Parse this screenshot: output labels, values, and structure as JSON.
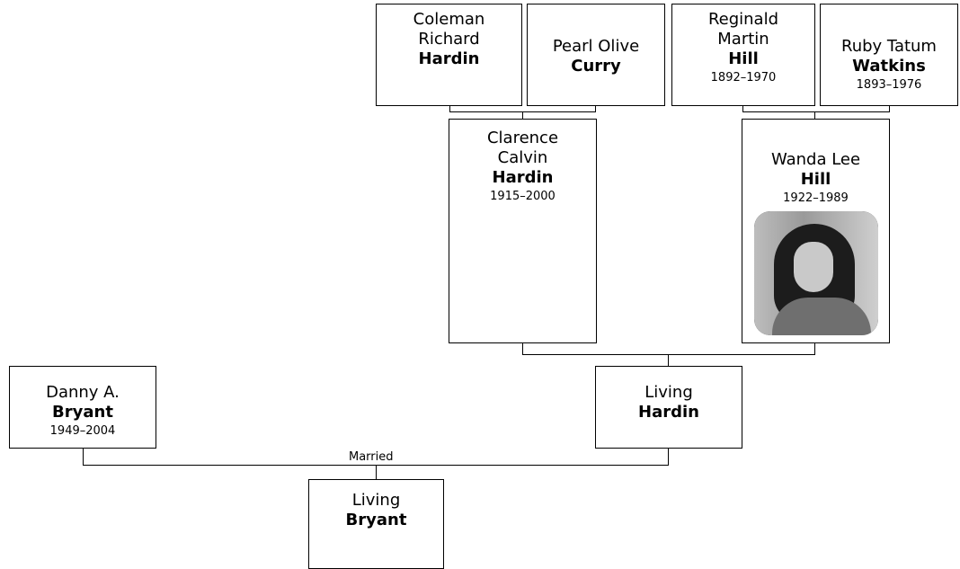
{
  "people": {
    "coleman": {
      "given": "Coleman\nRichard",
      "surname": "Hardin",
      "dates": ""
    },
    "pearl": {
      "given": "Pearl Olive",
      "surname": "Curry",
      "dates": ""
    },
    "reginald": {
      "given": "Reginald\nMartin",
      "surname": "Hill",
      "dates": "1892–1970"
    },
    "ruby": {
      "given": "Ruby Tatum",
      "surname": "Watkins",
      "dates": "1893–1976"
    },
    "clarence": {
      "given": "Clarence\nCalvin",
      "surname": "Hardin",
      "dates": "1915–2000"
    },
    "wanda": {
      "given": "Wanda Lee",
      "surname": "Hill",
      "dates": "1922–1989"
    },
    "danny": {
      "given": "Danny A.",
      "surname": "Bryant",
      "dates": "1949–2004"
    },
    "living_hardin": {
      "given": "Living",
      "surname": "Hardin",
      "dates": ""
    },
    "living_bryant": {
      "given": "Living",
      "surname": "Bryant",
      "dates": ""
    }
  },
  "labels": {
    "married": "Married"
  }
}
